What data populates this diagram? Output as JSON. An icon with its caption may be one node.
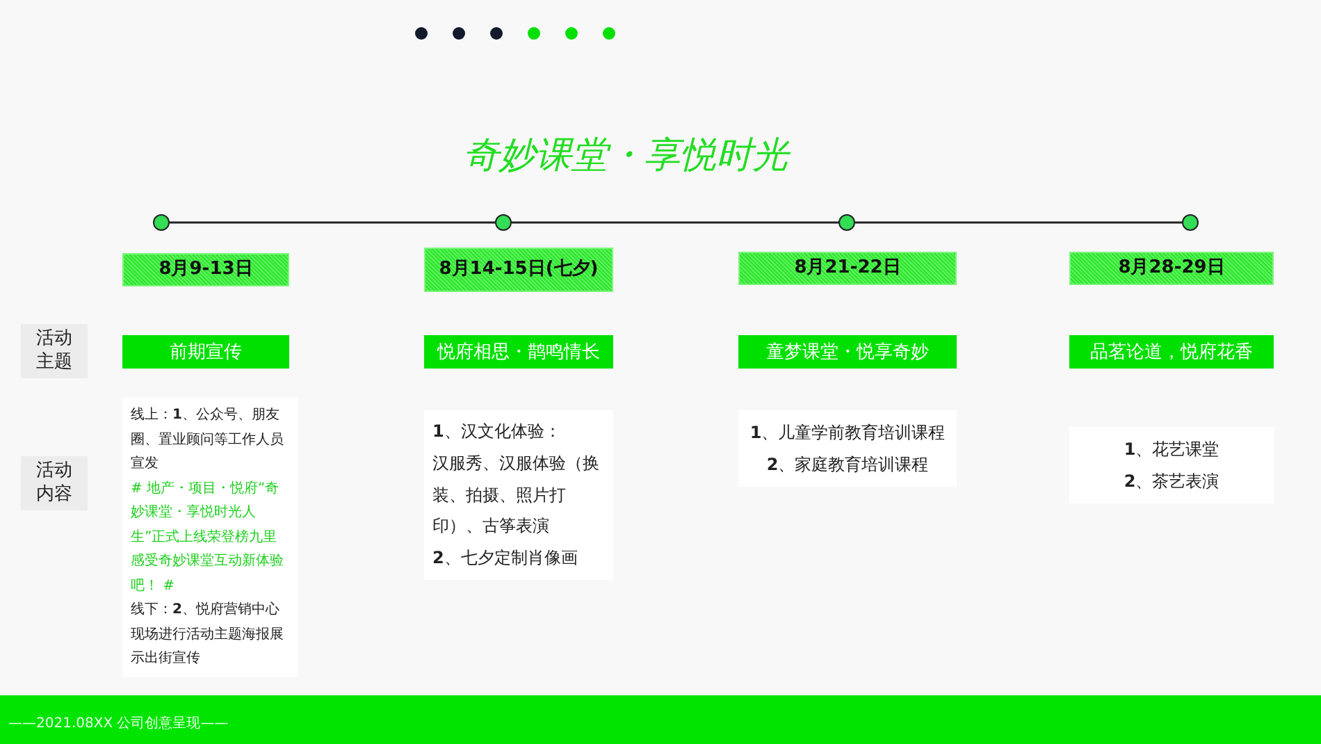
{
  "diagram": {
    "title": "奇妙课堂・享悦时光",
    "nodes": [
      {
        "text": [],
        "shape": "circle"
      },
      {
        "text": [],
        "shape": "circle"
      },
      {
        "text": [],
        "shape": "circle"
      },
      {
        "text": [],
        "shape": "circle"
      },
      {
        "text": [
          "8月9-13日"
        ]
      },
      {
        "text": [
          "8月14-15日(七夕)"
        ]
      },
      {
        "text": [
          "8月21-22日"
        ]
      },
      {
        "text": [
          "8月28-29日"
        ]
      },
      {
        "text": [
          "活动主题"
        ]
      },
      {
        "text": [
          "前期宣传"
        ]
      },
      {
        "text": [
          "悦府相思・鹊鸣情长"
        ]
      },
      {
        "text": [
          "童梦课堂・悦享奇妙"
        ]
      },
      {
        "text": [
          "品茗论道，悦府花香"
        ]
      },
      {
        "text": [
          "活动内容"
        ]
      },
      {
        "text": [
          "线上：**1**、公众号、朋友圈、置业顾问等工作人员宣发",
          "# 地产・项目・悦府“奇妙课堂・享悦时光人生”正式上线荣登榜九里感受奇妙课堂互动新体验吧！ #",
          "线下：**2**、悦府营销中心现场进行活动主题海报展示出街宣传"
        ]
      },
      {
        "text": [
          "**1**、汉文化体验：",
          "汉服秀、汉服体验（换装、拍摄、照片打印）、古筝表演",
          "**2**、七夕定制肖像画"
        ]
      },
      {
        "text": [
          "**1**、儿童学前教育培训课程",
          "**2**、家庭教育培训课程"
        ]
      },
      {
        "text": [
          "**1**、花艺课堂",
          "**2**、茶艺表演"
        ]
      }
    ],
    "edges": [
      {
        "from": 0,
        "to": 1,
        "arrow": "none"
      },
      {
        "from": 1,
        "to": 2,
        "arrow": "none"
      },
      {
        "from": 2,
        "to": 3,
        "arrow": "none"
      }
    ],
    "labels": [
      "——2021.08XX 公司创意呈现——"
    ]
  }
}
